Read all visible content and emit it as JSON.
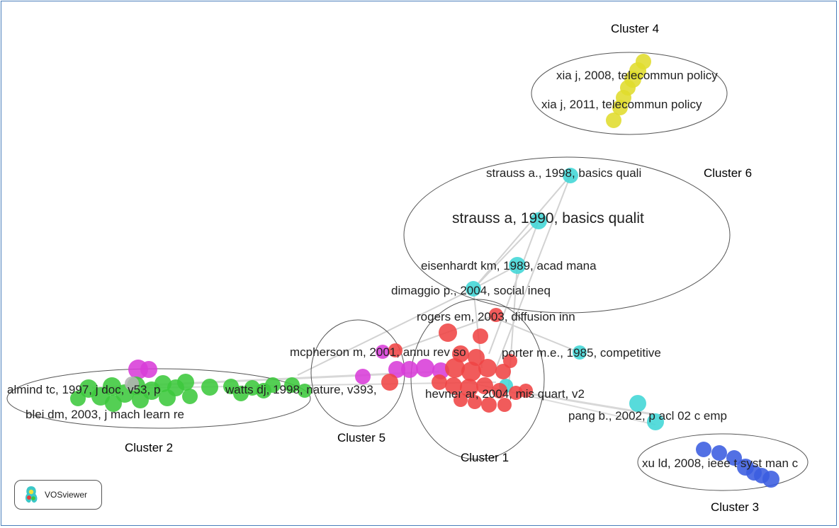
{
  "colors": {
    "cluster_1": "#ef4444",
    "cluster_2": "#3cc83c",
    "cluster_3": "#3a5ce0",
    "cluster_4": "#e0dc2c",
    "cluster_5": "#d83cd8",
    "cluster_6": "#40d6d6",
    "edge": "#c8c8c8",
    "frame": "#4a7ebb"
  },
  "clusters": [
    {
      "id": "cluster-1",
      "label": "Cluster 1",
      "color_key": "cluster_1"
    },
    {
      "id": "cluster-2",
      "label": "Cluster 2",
      "color_key": "cluster_2"
    },
    {
      "id": "cluster-3",
      "label": "Cluster 3",
      "color_key": "cluster_3"
    },
    {
      "id": "cluster-4",
      "label": "Cluster 4",
      "color_key": "cluster_4"
    },
    {
      "id": "cluster-5",
      "label": "Cluster 5",
      "color_key": "cluster_5"
    },
    {
      "id": "cluster-6",
      "label": "Cluster 6",
      "color_key": "cluster_6"
    }
  ],
  "node_labels": {
    "xia_2008": "xia j, 2008, telecommun policy",
    "xia_2011": "xia j, 2011, telecommun policy",
    "strauss_1998": "strauss a., 1998, basics quali",
    "strauss_1990": "strauss a, 1990, basics qualit",
    "eisenhardt_1989": "eisenhardt km, 1989, acad mana",
    "dimaggio_2004": "dimaggio p., 2004, social ineq",
    "rogers_2003": "rogers em, 2003, diffusion inn",
    "mcpherson_2001": "mcpherson m, 2001, annu rev so",
    "porter_1985": "porter m.e., 1985, competitive",
    "almind_1997": "almind tc, 1997, j doc, v53, p",
    "watts_1998": "watts dj, 1998, nature, v393,",
    "blei_2003": "blei dm, 2003, j mach learn re",
    "hevner_2004": "hevner ar, 2004, mis quart, v2",
    "pang_2002": "pang b., 2002, p acl 02 c emp",
    "xu_2008": "xu ld, 2008, ieee t syst man c"
  },
  "logo": {
    "text": "VOSviewer",
    "icon": "vosviewer-logo-icon"
  }
}
